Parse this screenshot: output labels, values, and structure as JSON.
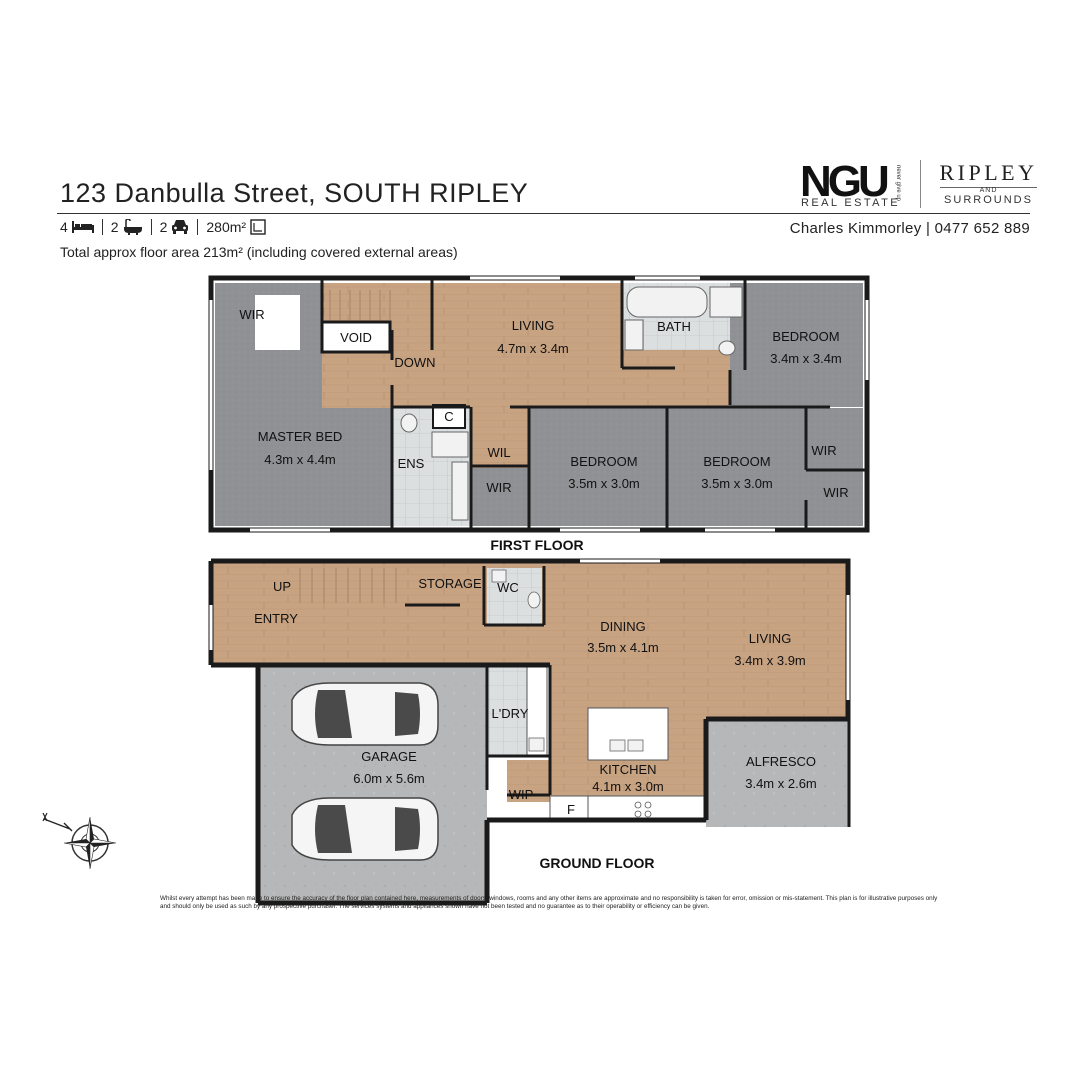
{
  "header": {
    "address": "123 Danbulla Street, SOUTH RIPLEY",
    "beds": "4",
    "baths": "2",
    "cars": "2",
    "land": "280m²",
    "floor_area": "Total approx floor area 213m² (including covered external areas)",
    "agent_contact": "Charles Kimmorley | 0477 652 889"
  },
  "logos": {
    "ngu": "NGU",
    "ngu_sub": "REAL ESTATE",
    "ngu_tag": "never give up",
    "ripley": "RIPLEY",
    "ripley_and": "AND",
    "ripley_sub": "SURROUNDS"
  },
  "first_floor": {
    "label": "FIRST FLOOR",
    "wir_master": "WIR",
    "void": "VOID",
    "down": "DOWN",
    "living_name": "LIVING",
    "living_dims": "4.7m x 3.4m",
    "bath": "BATH",
    "bed_ne_name": "BEDROOM",
    "bed_ne_dims": "3.4m x 3.4m",
    "master_name": "MASTER BED",
    "master_dims": "4.3m x 4.4m",
    "ens": "ENS",
    "c": "C",
    "wil": "WIL",
    "wir_a": "WIR",
    "bed2_name": "BEDROOM",
    "bed2_dims": "3.5m x 3.0m",
    "bed3_name": "BEDROOM",
    "bed3_dims": "3.5m x 3.0m",
    "wir_b": "WIR",
    "wir_c": "WIR"
  },
  "ground_floor": {
    "label": "GROUND FLOOR",
    "up": "UP",
    "storage": "STORAGE",
    "wc": "WC",
    "entry": "ENTRY",
    "dining_name": "DINING",
    "dining_dims": "3.5m x 4.1m",
    "living_name": "LIVING",
    "living_dims": "3.4m x 3.9m",
    "garage_name": "GARAGE",
    "garage_dims": "6.0m x 5.6m",
    "ldry": "L'DRY",
    "kitchen_name": "KITCHEN",
    "kitchen_dims": "4.1m x 3.0m",
    "alfresco_name": "ALFRESCO",
    "alfresco_dims": "3.4m x 2.6m",
    "wip": "WIP",
    "f": "F"
  },
  "disclaimer": "Whilst every attempt has been made to ensure the accuracy of the floor plan contained here, measurements of doors, windows, rooms and any other items are approximate and no responsibility is taken for error, omission or mis-statement. This plan is for illustrative purposes only and should only be used as such by any prospective purchaser. The services systems and appliances shown have not been tested and no guarantee as to their operability or efficiency can be given.",
  "colors": {
    "timber": "#c8a382",
    "carpet": "#8f9093",
    "tile": "#d9dcdd",
    "concrete": "#b4b5b6",
    "wall": "#1a1a1a"
  },
  "icons": [
    "bed-icon",
    "bath-icon",
    "car-icon",
    "land-icon",
    "compass-icon"
  ]
}
